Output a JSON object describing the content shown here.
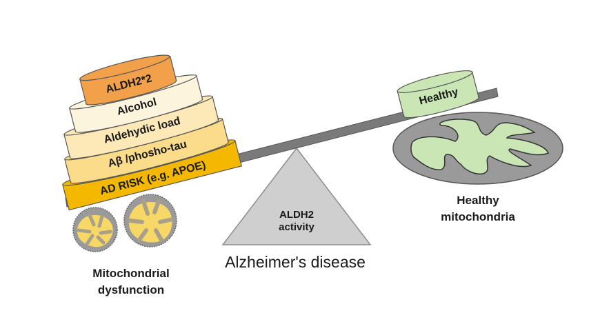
{
  "diagram": {
    "title": "Alzheimer's disease",
    "fulcrum": {
      "line1": "ALDH2",
      "line2": "activity"
    },
    "left_side": {
      "stack": [
        {
          "label": "AD RISK (e.g. APOE)",
          "color": "#f5b800"
        },
        {
          "label": "Aβ /phosho-tau",
          "color": "#fbdc8a"
        },
        {
          "label": "Aldehydic load",
          "color": "#fde9b8"
        },
        {
          "label": "Alcohol",
          "color": "#fdf4de"
        },
        {
          "label": "ALDH2*2",
          "color": "#f3a04a"
        }
      ],
      "caption_line1": "Mitochondrial",
      "caption_line2": "dysfunction"
    },
    "right_side": {
      "weight_label": "Healthy",
      "weight_color": "#c9e6b4",
      "caption_line1": "Healthy",
      "caption_line2": "mitochondria"
    },
    "colors": {
      "beam": "#7a7a7a",
      "fulcrum": "#cfcfcf",
      "mito_outer": "#9a9a9a",
      "mito_inner_healthy": "#c9e6b4",
      "mito_inner_dysfunctional": "#f7d766"
    }
  }
}
